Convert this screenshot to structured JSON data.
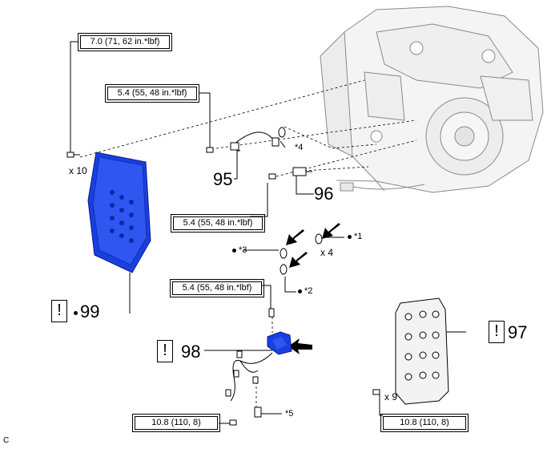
{
  "torque_specs": {
    "oil_pan_bolts": "7.0 (71, 62 in.*lbf)",
    "sensor_wire_bolt": "5.4 (55, 48 in.*lbf)",
    "sensor_bolt": "5.4 (55, 48 in.*lbf)",
    "solenoid_bolt": "5.4 (55, 48 in.*lbf)",
    "wire_harness_bolt": "10.8 (110, 8)",
    "valve_body_bolts": "10.8 (110, 8)"
  },
  "callouts": {
    "oil_pan": "99",
    "valve_body": "97",
    "solenoid_wire": "98",
    "speed_sensor_wire": "95",
    "speed_sensor": "96"
  },
  "markers": {
    "m1": "*1",
    "m2": "*2",
    "m3": "*3",
    "m4": "*4",
    "m5": "*5"
  },
  "quantities": {
    "oil_pan_bolts": "x 10",
    "gaskets": "x 4",
    "valve_body_bolts": "x 9"
  },
  "symbols": {
    "non_reusable": "!"
  },
  "corner_label": "C",
  "colors": {
    "highlight_part": "#1a3fe0",
    "line": "#000000",
    "transaxle_outline": "#8a8a8a"
  }
}
